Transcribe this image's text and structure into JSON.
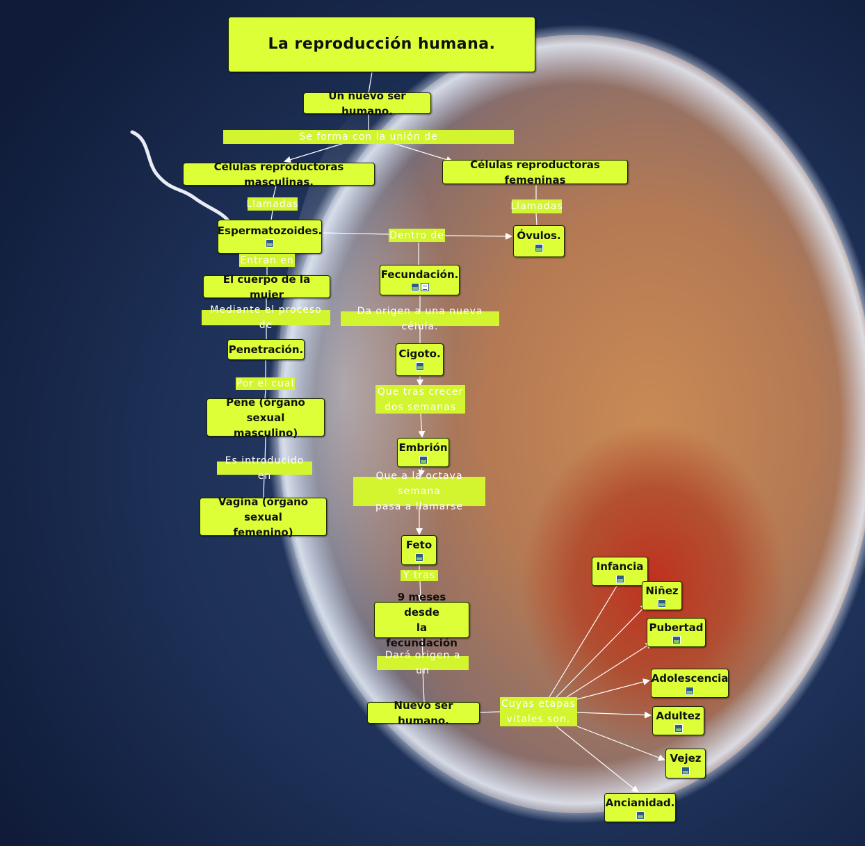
{
  "title": "La reproducción humana.",
  "nodes": {
    "nuevo_ser": "Un nuevo ser humano.",
    "cel_masc": "Células reproductoras masculinas.",
    "cel_fem": "Células reproductoras femeninas",
    "esperma": "Espermatozoides.",
    "ovulos": "Óvulos.",
    "cuerpo": "El cuerpo de la mujer",
    "fecundacion": "Fecundación.",
    "penetracion": "Penetración.",
    "cigoto": "Cigoto.",
    "pene": "Pene (órgano sexual\nmasculino)",
    "embrion": "Embrión",
    "vagina": "Vagina (órgano sexual\nfemenino)",
    "feto": "Feto",
    "nueve_meses": "9 meses desde\nla fecundación",
    "nuevo_ser2": "Nuevo ser humano.",
    "infancia": "Infancia",
    "ninez": "Niñez",
    "pubertad": "Pubertad",
    "adolescencia": "Adolescencia",
    "adultez": "Adultez",
    "vejez": "Vejez",
    "ancianidad": "Ancianidad."
  },
  "links": {
    "se_forma": "Se forma con la unión de",
    "llamadas1": "Llamadas",
    "llamadas2": "Llamadas",
    "dentro_de": "Dentro de",
    "entran_en": "Entran en",
    "mediante": "Mediante el proceso de",
    "da_origen": "Da origen a una nueva célula.",
    "por_el_cual": "Por el cual",
    "tras_crecer": "Que tras crecer\ndos semanas",
    "es_introducido": "Es introducido en",
    "octava_semana": "Que a la octava semana\npasa a llamarse",
    "y_tras": "Y tras",
    "dara_origen": "Dará origen a un",
    "cuyas_etapas": "Cuyas etapas\nvitales son."
  },
  "icons": {
    "esperma": [
      "image-icon"
    ],
    "ovulos": [
      "image-icon"
    ],
    "fecundacion": [
      "image-icon",
      "document-icon"
    ],
    "cigoto": [
      "image-icon"
    ],
    "embrion": [
      "image-icon"
    ],
    "feto": [
      "image-icon"
    ],
    "infancia": [
      "image-icon"
    ],
    "ninez": [
      "image-icon"
    ],
    "pubertad": [
      "image-icon"
    ],
    "adolescencia": [
      "image-icon"
    ],
    "adultez": [
      "image-icon"
    ],
    "vejez": [
      "image-icon"
    ],
    "ancianidad": [
      "image-icon"
    ]
  },
  "colors": {
    "node_fill": "#dcff37",
    "link_label_fill": "#d2f52f",
    "link_label_text": "#ffffff",
    "connector": "#ffffff",
    "background": "#1b2f55"
  }
}
